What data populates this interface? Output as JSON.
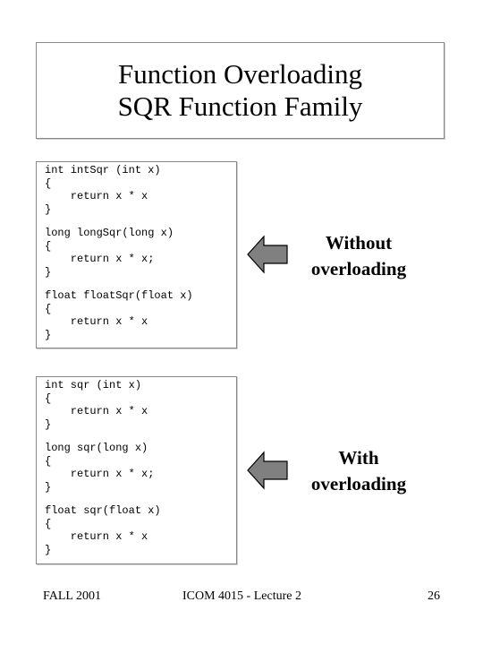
{
  "title": {
    "line1": "Function Overloading",
    "line2": "SQR Function Family"
  },
  "without_overloading": {
    "code_blocks": [
      [
        "int intSqr (int x)",
        "{",
        "    return x * x",
        "}"
      ],
      [
        "long longSqr(long x)",
        "{",
        "    return x * x;",
        "}"
      ],
      [
        "float floatSqr(float x)",
        "{",
        "    return x * x",
        "}"
      ]
    ],
    "label_line1": "Without",
    "label_line2": "overloading",
    "arrow_icon": "left-arrow-icon"
  },
  "with_overloading": {
    "code_blocks": [
      [
        "int sqr (int x)",
        "{",
        "    return x * x",
        "}"
      ],
      [
        "long sqr(long x)",
        "{",
        "    return x * x;",
        "}"
      ],
      [
        "float sqr(float x)",
        "{",
        "    return x * x",
        "}"
      ]
    ],
    "label_line1": "With",
    "label_line2": "overloading",
    "arrow_icon": "left-arrow-icon"
  },
  "footer": {
    "left": "FALL 2001",
    "center": "ICOM 4015 - Lecture 2",
    "right": "26"
  },
  "colors": {
    "arrow_fill": "#808080",
    "arrow_stroke": "#000000",
    "border": "#888888"
  }
}
